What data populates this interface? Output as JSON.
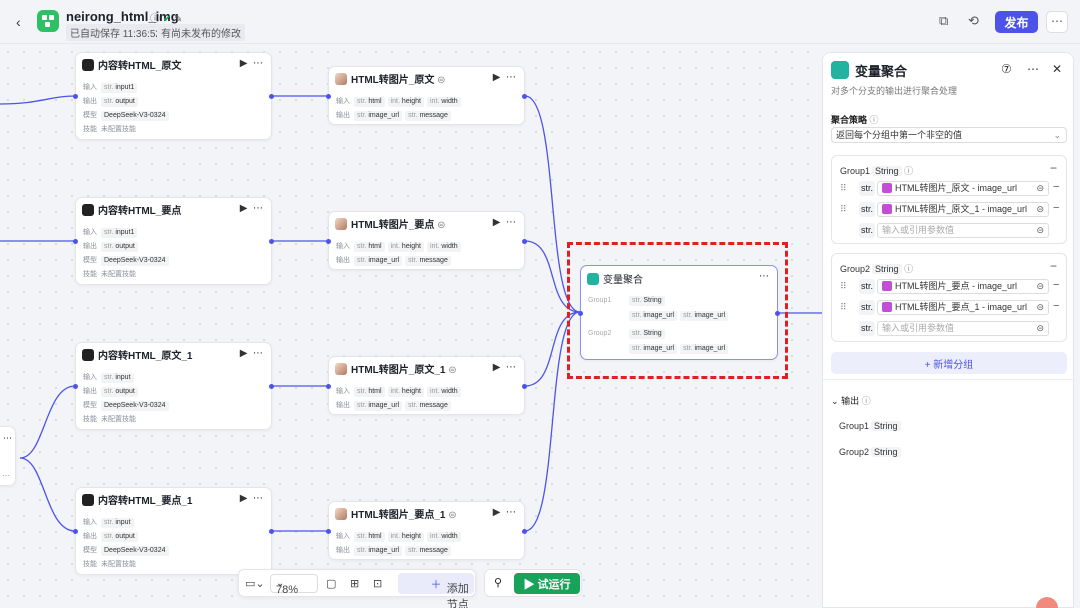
{
  "header": {
    "app_name": "neirong_html_img",
    "autosave": "已自动保存 11:36:52",
    "pending": "有尚未发布的修改",
    "publish_label": "发布",
    "more": "⋯"
  },
  "labels": {
    "input": "输入",
    "output": "输出",
    "model": "模型",
    "skills": "技能"
  },
  "llm_nodes": [
    {
      "title": "内容转HTML_原文",
      "input": "input1",
      "output": "output",
      "model": "DeepSeek-V3-0324",
      "skills": "未配置技能"
    },
    {
      "title": "内容转HTML_要点",
      "input": "input1",
      "output": "output",
      "model": "DeepSeek-V3-0324",
      "skills": "未配置技能"
    },
    {
      "title": "内容转HTML_原文_1",
      "input": "input",
      "output": "output",
      "model": "DeepSeek-V3-0324",
      "skills": "未配置技能"
    },
    {
      "title": "内容转HTML_要点_1",
      "input": "input",
      "output": "output",
      "model": "DeepSeek-V3-0324",
      "skills": "未配置技能"
    }
  ],
  "img_nodes": [
    {
      "title": "HTML转图片_原文"
    },
    {
      "title": "HTML转图片_要点"
    },
    {
      "title": "HTML转图片_原文_1"
    },
    {
      "title": "HTML转图片_要点_1"
    }
  ],
  "img_io": {
    "in1": "html",
    "in2": "height",
    "in3": "width",
    "out1": "image_url",
    "out2": "message"
  },
  "type_prefix": {
    "str": "str.",
    "int": "int."
  },
  "agg_node": {
    "title": "变量聚合",
    "group1": "Group1",
    "group2": "Group2",
    "type": "String",
    "item": "image_url"
  },
  "toolbar": {
    "zoom": "78%",
    "add_node": "添加节点",
    "run": "试运行"
  },
  "panel": {
    "title": "变量聚合",
    "desc": "对多个分支的输出进行聚合处理",
    "strategy_label": "聚合策略",
    "strategy_value": "返回每个分组中第一个非空的值",
    "str_tag": "str.",
    "placeholder": "输入或引用参数值",
    "groups": [
      {
        "name": "Group1",
        "type": "String",
        "items": [
          "HTML转图片_原文 - image_url",
          "HTML转图片_原文_1 - image_url"
        ]
      },
      {
        "name": "Group2",
        "type": "String",
        "items": [
          "HTML转图片_要点 - image_url",
          "HTML转图片_要点_1 - image_url"
        ]
      }
    ],
    "add_group": "+ 新增分组",
    "output_label": "输出",
    "outputs": [
      {
        "name": "Group1",
        "type": "String"
      },
      {
        "name": "Group2",
        "type": "String"
      }
    ]
  }
}
